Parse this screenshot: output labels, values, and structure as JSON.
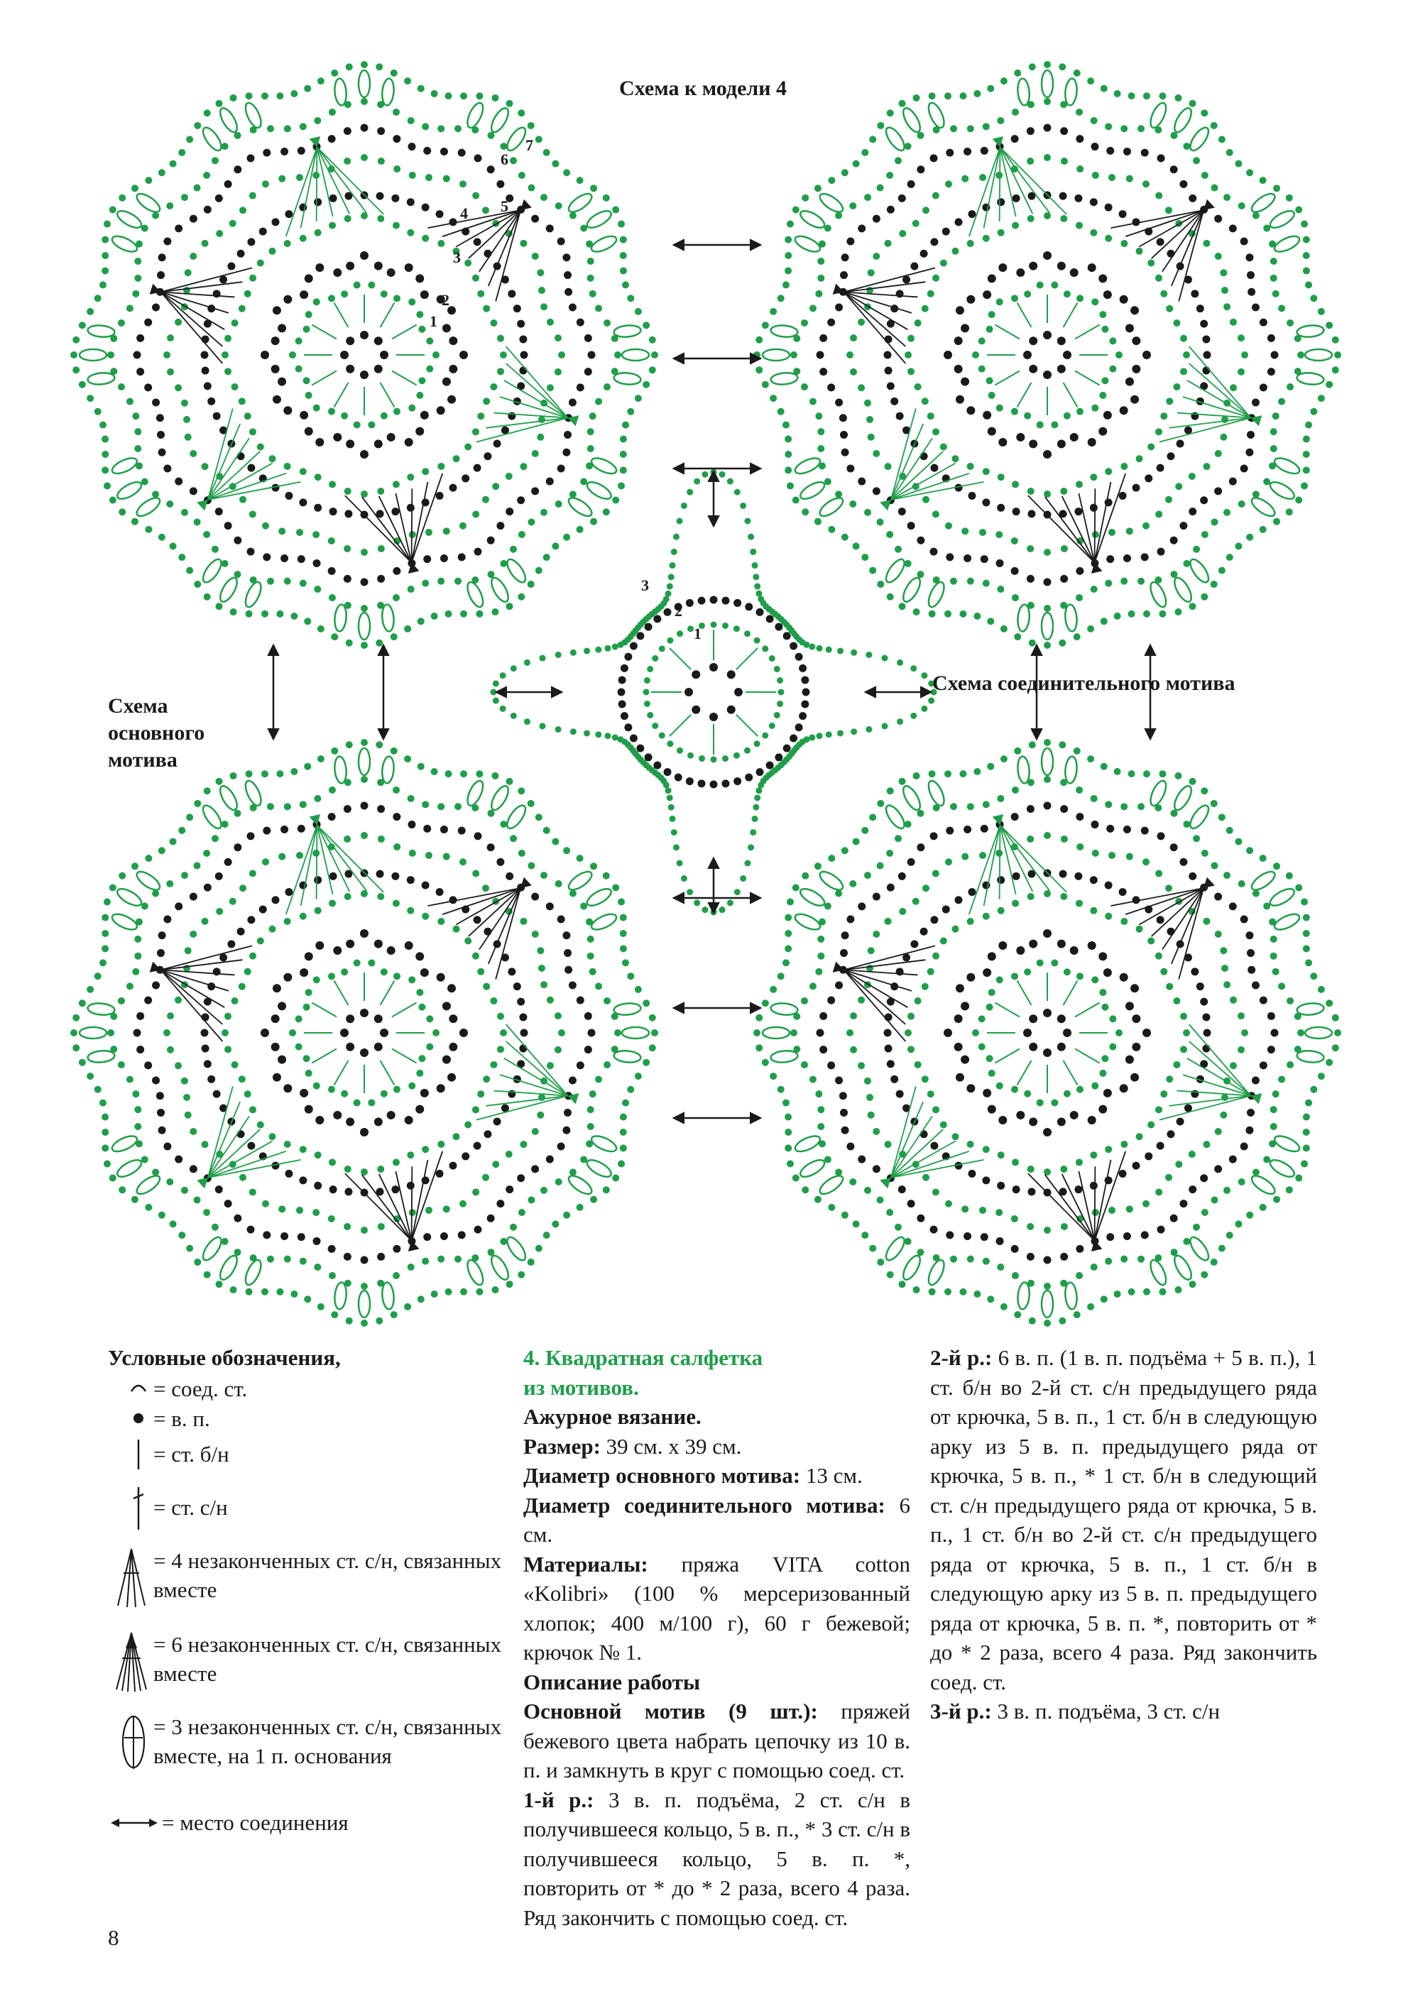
{
  "diagram": {
    "title_model": "Схема к модели 4",
    "label_main": [
      "Схема",
      "основного",
      "мотива"
    ],
    "label_connecting": "Схема соединительного мотива",
    "row_numbers_main": [
      "1",
      "2",
      "3",
      "4",
      "5",
      "6",
      "7"
    ],
    "row_numbers_connecting": [
      "1",
      "2",
      "3"
    ],
    "colors": {
      "green": "#1f9e4a",
      "black": "#1a1a1a"
    }
  },
  "legend": {
    "heading": "Условные обозначения,",
    "items": [
      {
        "icon": "slip-stitch-icon",
        "text": "= соед. ст."
      },
      {
        "icon": "chain-stitch-icon",
        "text": "= в. п."
      },
      {
        "icon": "single-crochet-icon",
        "text": "= ст. б/н"
      },
      {
        "icon": "double-crochet-icon",
        "text": "= ст. с/н"
      },
      {
        "icon": "four-dc-together-icon",
        "text": "= 4 незаконченных ст. с/н, связанных вместе"
      },
      {
        "icon": "six-dc-together-icon",
        "text": "= 6 незаконченных ст. с/н, связанных вместе"
      },
      {
        "icon": "three-dc-cluster-icon",
        "text": "= 3 незаконченных ст. с/н, связанных вместе, на 1 п. основания"
      },
      {
        "icon": "join-arrow-icon",
        "text": "= место соединения"
      }
    ]
  },
  "article": {
    "title": [
      "4. Квадратная салфетка",
      "из мотивов."
    ],
    "technique": "Ажурное вязание.",
    "size_label": "Размер:",
    "size_value": " 39 см. х 39 см.",
    "main_diam_label": "Диаметр основного мотива:",
    "main_diam_value": " 13 см.",
    "conn_diam_label": "Диаметр соединительного мотива:",
    "conn_diam_value": " 6 см.",
    "materials_label": "Материалы:",
    "materials_value": " пряжа VITA cotton «Kolibri» (100 % мерсеризованный хлопок; 400 м/100 г), 60 г бежевой; крючок № 1.",
    "work_heading": "Описание работы",
    "main_motif_label": "Основной мотив (9 шт.):",
    "main_motif_text": " пряжей бежевого цвета набрать цепочку из 10 в. п. и замкнуть в круг с помощью соед. ст.",
    "row1_label": "1-й р.:",
    "row1_text": " 3 в. п. подъёма, 2 ст. с/н в получившееся кольцо, 5 в. п., * 3 ст. с/н в получившееся кольцо, 5 в. п. *, повторить от * до * 2 раза, всего 4 раза. Ряд закончить с помощью соед. ст.",
    "row2_label": "2-й р.:",
    "row2_text": " 6 в. п. (1 в. п. подъёма + 5 в. п.), 1 ст. б/н во 2-й ст. с/н предыдущего ряда от крючка, 5 в. п., 1 ст. б/н в следующую арку из 5 в. п. предыдущего ряда от крючка, 5 в. п., * 1 ст. б/н в следующий ст. с/н предыдущего ряда от крючка, 5 в. п., 1 ст. б/н во 2-й ст. с/н предыдущего ряда от крючка, 5 в. п., 1 ст. б/н в следующую арку из 5 в. п. предыдущего ряда от крючка, 5 в. п. *, повторить от * до * 2 раза, всего 4 раза. Ряд закончить соед. ст.",
    "row3_label": "3-й р.:",
    "row3_text": " 3 в. п. подъёма, 3 ст. с/н"
  },
  "page_number": "8"
}
